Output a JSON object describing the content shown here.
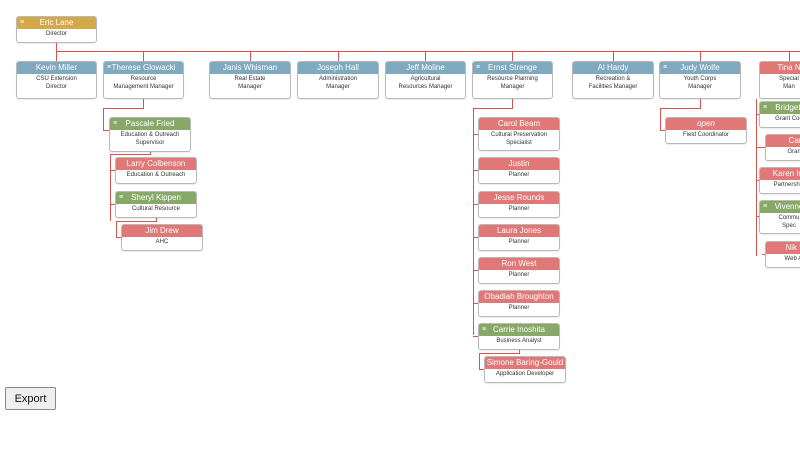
{
  "colors": {
    "gold": "#d4a94a",
    "blue": "#7fa9bf",
    "red": "#e07878",
    "green": "#88a868",
    "connector": "#d9534f"
  },
  "icons": {
    "menu": "hamburger-menu-icon"
  },
  "export_label": "Export",
  "nodes": [
    {
      "id": "eric-lane",
      "name": "Eric Lane",
      "title": "Director",
      "color": "gold",
      "menu": true
    },
    {
      "id": "kevin-miller",
      "name": "Kevin Miller",
      "title": "CSU Extension\nDirector",
      "color": "blue",
      "menu": false
    },
    {
      "id": "therese-glowacki",
      "name": "Therese Glowacki",
      "title": "Resource\nManagement Manager",
      "color": "blue",
      "menu": true
    },
    {
      "id": "janis-whisman",
      "name": "Janis Whisman",
      "title": "Real Estate\nManager",
      "color": "blue",
      "menu": false
    },
    {
      "id": "joseph-hall",
      "name": "Joseph Hall",
      "title": "Administration\nManager",
      "color": "blue",
      "menu": false
    },
    {
      "id": "jeff-moline",
      "name": "Jeff Moline",
      "title": "Agricultural\nResources Manager",
      "color": "blue",
      "menu": false
    },
    {
      "id": "ernst-strenge",
      "name": "Ernst Strenge",
      "title": "Resource Planning\nManager",
      "color": "blue",
      "menu": true
    },
    {
      "id": "al-hardy",
      "name": "Al Hardy",
      "title": "Recreation &\nFacilities Manager",
      "color": "blue",
      "menu": false
    },
    {
      "id": "judy-wolfe",
      "name": "Judy Wolfe",
      "title": "Youth Corps\nManager",
      "color": "blue",
      "menu": true
    },
    {
      "id": "tina",
      "name": "Tina N",
      "title": "Special\nMan",
      "color": "red",
      "menu": false
    },
    {
      "id": "pascale-fried",
      "name": "Pascale Fried",
      "title": "Education & Outreach\nSupervisor",
      "color": "green",
      "menu": true
    },
    {
      "id": "larry-colbenson",
      "name": "Larry Colbenson",
      "title": "Education & Outreach",
      "color": "red",
      "menu": false
    },
    {
      "id": "sheryl-kippen",
      "name": "Sheryl Kippen",
      "title": "Cultural Resource",
      "color": "green",
      "menu": true
    },
    {
      "id": "jim-drew",
      "name": "Jim Drew",
      "title": "AHC",
      "color": "red",
      "menu": false
    },
    {
      "id": "carol-beam",
      "name": "Carol Beam",
      "title": "Cultural Preservation\nSpecialist",
      "color": "red",
      "menu": false
    },
    {
      "id": "justin",
      "name": "Justin",
      "title": "Planner",
      "color": "red",
      "menu": false
    },
    {
      "id": "jesse-rounds",
      "name": "Jesse Rounds",
      "title": "Planner",
      "color": "red",
      "menu": false
    },
    {
      "id": "laura-jones",
      "name": "Laura Jones",
      "title": "Planner",
      "color": "red",
      "menu": false
    },
    {
      "id": "ron-west",
      "name": "Ron West",
      "title": "Planner",
      "color": "red",
      "menu": false
    },
    {
      "id": "obadiah-broughton",
      "name": "Obadiah Broughton",
      "title": "Planner",
      "color": "red",
      "menu": false
    },
    {
      "id": "carrie-inoshita",
      "name": "Carrie Inoshita",
      "title": "Business Analyst",
      "color": "green",
      "menu": true
    },
    {
      "id": "simone-baring-gould",
      "name": "Simone Baring-Gould",
      "title": "Application Developer",
      "color": "red",
      "menu": false
    },
    {
      "id": "open-position",
      "name": "open",
      "title": "Field Coordinator",
      "color": "red",
      "menu": false,
      "italic": true
    },
    {
      "id": "bridgett",
      "name": "Bridgett",
      "title": "Grant Coo",
      "color": "green",
      "menu": true
    },
    {
      "id": "car",
      "name": "Car",
      "title": "Grant",
      "color": "red",
      "menu": false
    },
    {
      "id": "karen",
      "name": "Karen Im",
      "title": "Partnership",
      "color": "red",
      "menu": false
    },
    {
      "id": "vivenne",
      "name": "Vivenne",
      "title": "Commu\nSpec",
      "color": "green",
      "menu": true
    },
    {
      "id": "nik",
      "name": "Nik B",
      "title": "Web Ad",
      "color": "red",
      "menu": false
    }
  ]
}
